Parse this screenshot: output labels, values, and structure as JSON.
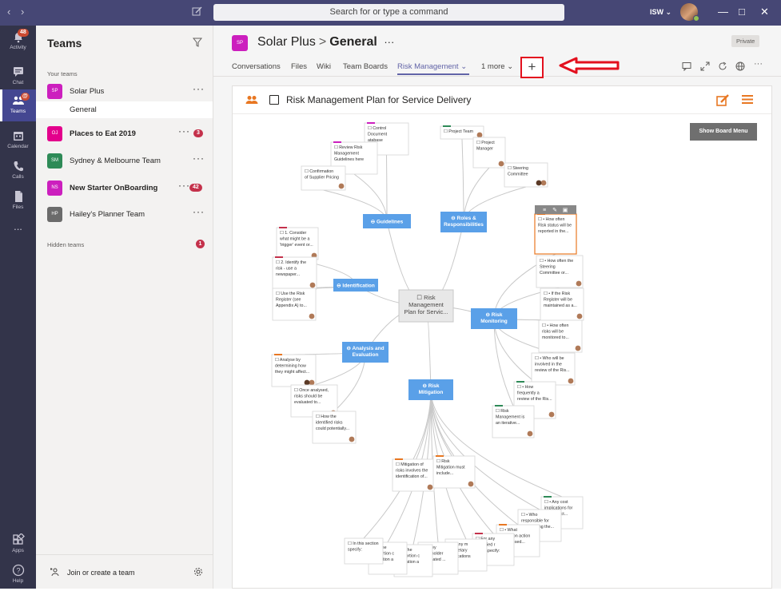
{
  "window": {
    "search_placeholder": "Search for or type a command",
    "org": "ISW ⌄"
  },
  "rail": {
    "items": [
      {
        "label": "Activity",
        "badge": "48"
      },
      {
        "label": "Chat"
      },
      {
        "label": "Teams"
      },
      {
        "label": "Calendar"
      },
      {
        "label": "Calls"
      },
      {
        "label": "Files"
      },
      {
        "label": "..."
      },
      {
        "label": "Apps"
      },
      {
        "label": "Help"
      }
    ]
  },
  "teams_panel": {
    "title": "Teams",
    "your_teams": "Your teams",
    "teams": [
      {
        "initials": "SP",
        "name": "Solar Plus",
        "color": "#cc1fbe",
        "bold": false
      },
      {
        "initials": "OJ",
        "name": "Places to Eat 2019",
        "color": "#e3008c",
        "bold": true,
        "badge": "3"
      },
      {
        "initials": "SM",
        "name": "Sydney & Melbourne Team",
        "color": "#2e8a57",
        "bold": false
      },
      {
        "initials": "NS",
        "name": "New Starter OnBoarding",
        "color": "#cc1fbe",
        "bold": true,
        "badge": "42"
      },
      {
        "initials": "HP",
        "name": "Hailey's Planner Team",
        "color": "#6b6b6b",
        "bold": false
      }
    ],
    "channel": "General",
    "hidden_teams": "Hidden teams",
    "hidden_badge": "1",
    "join": "Join or create a team"
  },
  "header": {
    "team_initials": "SP",
    "team": "Solar Plus",
    "separator": ">",
    "channel": "General",
    "more": "···",
    "private": "Private",
    "tabs": [
      "Conversations",
      "Files",
      "Wiki",
      "Team Boards",
      "Risk Management ⌄",
      "1 more ⌄"
    ],
    "add_tab": "+"
  },
  "board": {
    "title": "Risk Management Plan for Service Delivery",
    "show_menu": "Show Board Menu",
    "center": [
      "Risk",
      "Management",
      "Plan for Servic..."
    ],
    "hubs": [
      {
        "lines": [
          "⊖ Guidelines"
        ]
      },
      {
        "lines": [
          "⊖ Roles &",
          "Responsibilities"
        ]
      },
      {
        "lines": [
          "⊖ Identification"
        ]
      },
      {
        "lines": [
          "⊖ Risk",
          "Monitoring"
        ]
      },
      {
        "lines": [
          "⊖ Analysis and",
          "Evaluation"
        ]
      },
      {
        "lines": [
          "⊖ Risk",
          "Mitigation"
        ]
      }
    ],
    "cards": [
      {
        "lines": [
          "Control",
          "Document",
          "atabase"
        ]
      },
      {
        "lines": [
          "Review Risk",
          "Management",
          "Guidelines here"
        ]
      },
      {
        "lines": [
          "Confirmation",
          "of Supplier Pricing"
        ]
      },
      {
        "lines": [
          "Project Team"
        ]
      },
      {
        "lines": [
          "Project",
          "Manager"
        ]
      },
      {
        "lines": [
          "Steering",
          "Committee"
        ]
      },
      {
        "lines": [
          "1. Consider",
          "what might be a",
          "'trigger' event or..."
        ]
      },
      {
        "lines": [
          "2. Identify the",
          "risk - use a",
          "newspaper..."
        ]
      },
      {
        "lines": [
          "Use the Risk",
          "Register (see",
          "Appendix A) to..."
        ]
      },
      {
        "lines": [
          "• How often",
          "Risk status will be",
          "reported in the..."
        ]
      },
      {
        "lines": [
          "• How often the",
          "Steering",
          "Committee or..."
        ]
      },
      {
        "lines": [
          "• If the Risk",
          "Register will be",
          "maintained as a..."
        ]
      },
      {
        "lines": [
          "• How often",
          "risks will be",
          "monitored to..."
        ]
      },
      {
        "lines": [
          "• Who will be",
          "involved in the",
          "review of the Ris..."
        ]
      },
      {
        "lines": [
          "• How",
          "frequently a",
          "review of the Ris..."
        ]
      },
      {
        "lines": [
          "Risk",
          "Management is",
          "an iterative..."
        ]
      },
      {
        "lines": [
          "Analyse by",
          "determining how",
          "they might affect..."
        ]
      },
      {
        "lines": [
          "Once analysed,",
          "risks should be",
          "evaluated to..."
        ]
      },
      {
        "lines": [
          "How the",
          "identified risks",
          "could potentially..."
        ]
      },
      {
        "lines": [
          "Mitigation of",
          "risks involves the",
          "identification of..."
        ]
      },
      {
        "lines": [
          "Risk",
          "Mitigation must",
          "include..."
        ]
      },
      {
        "lines": [
          "• Any cost",
          "implications for",
          "the project..."
        ]
      },
      {
        "lines": [
          "• Who",
          "responsible for",
          "undertaking the..."
        ]
      },
      {
        "lines": [
          "• What",
          "mitigation action",
          "is proposed..."
        ]
      },
      {
        "lines": [
          "For any",
          "identified r",
          "risks specify:"
        ]
      },
      {
        "lines": [
          "• Any m",
          "budgetary",
          "implications"
        ]
      },
      {
        "lines": [
          "• Key",
          "stakeholder",
          "nominated ..."
        ]
      },
      {
        "lines": [
          "• The",
          "proportion c",
          "mitigation a"
        ]
      },
      {
        "lines": [
          "• The",
          "proportion c",
          "mitigation a"
        ]
      },
      {
        "lines": [
          "In this section",
          "specify:"
        ]
      }
    ]
  }
}
